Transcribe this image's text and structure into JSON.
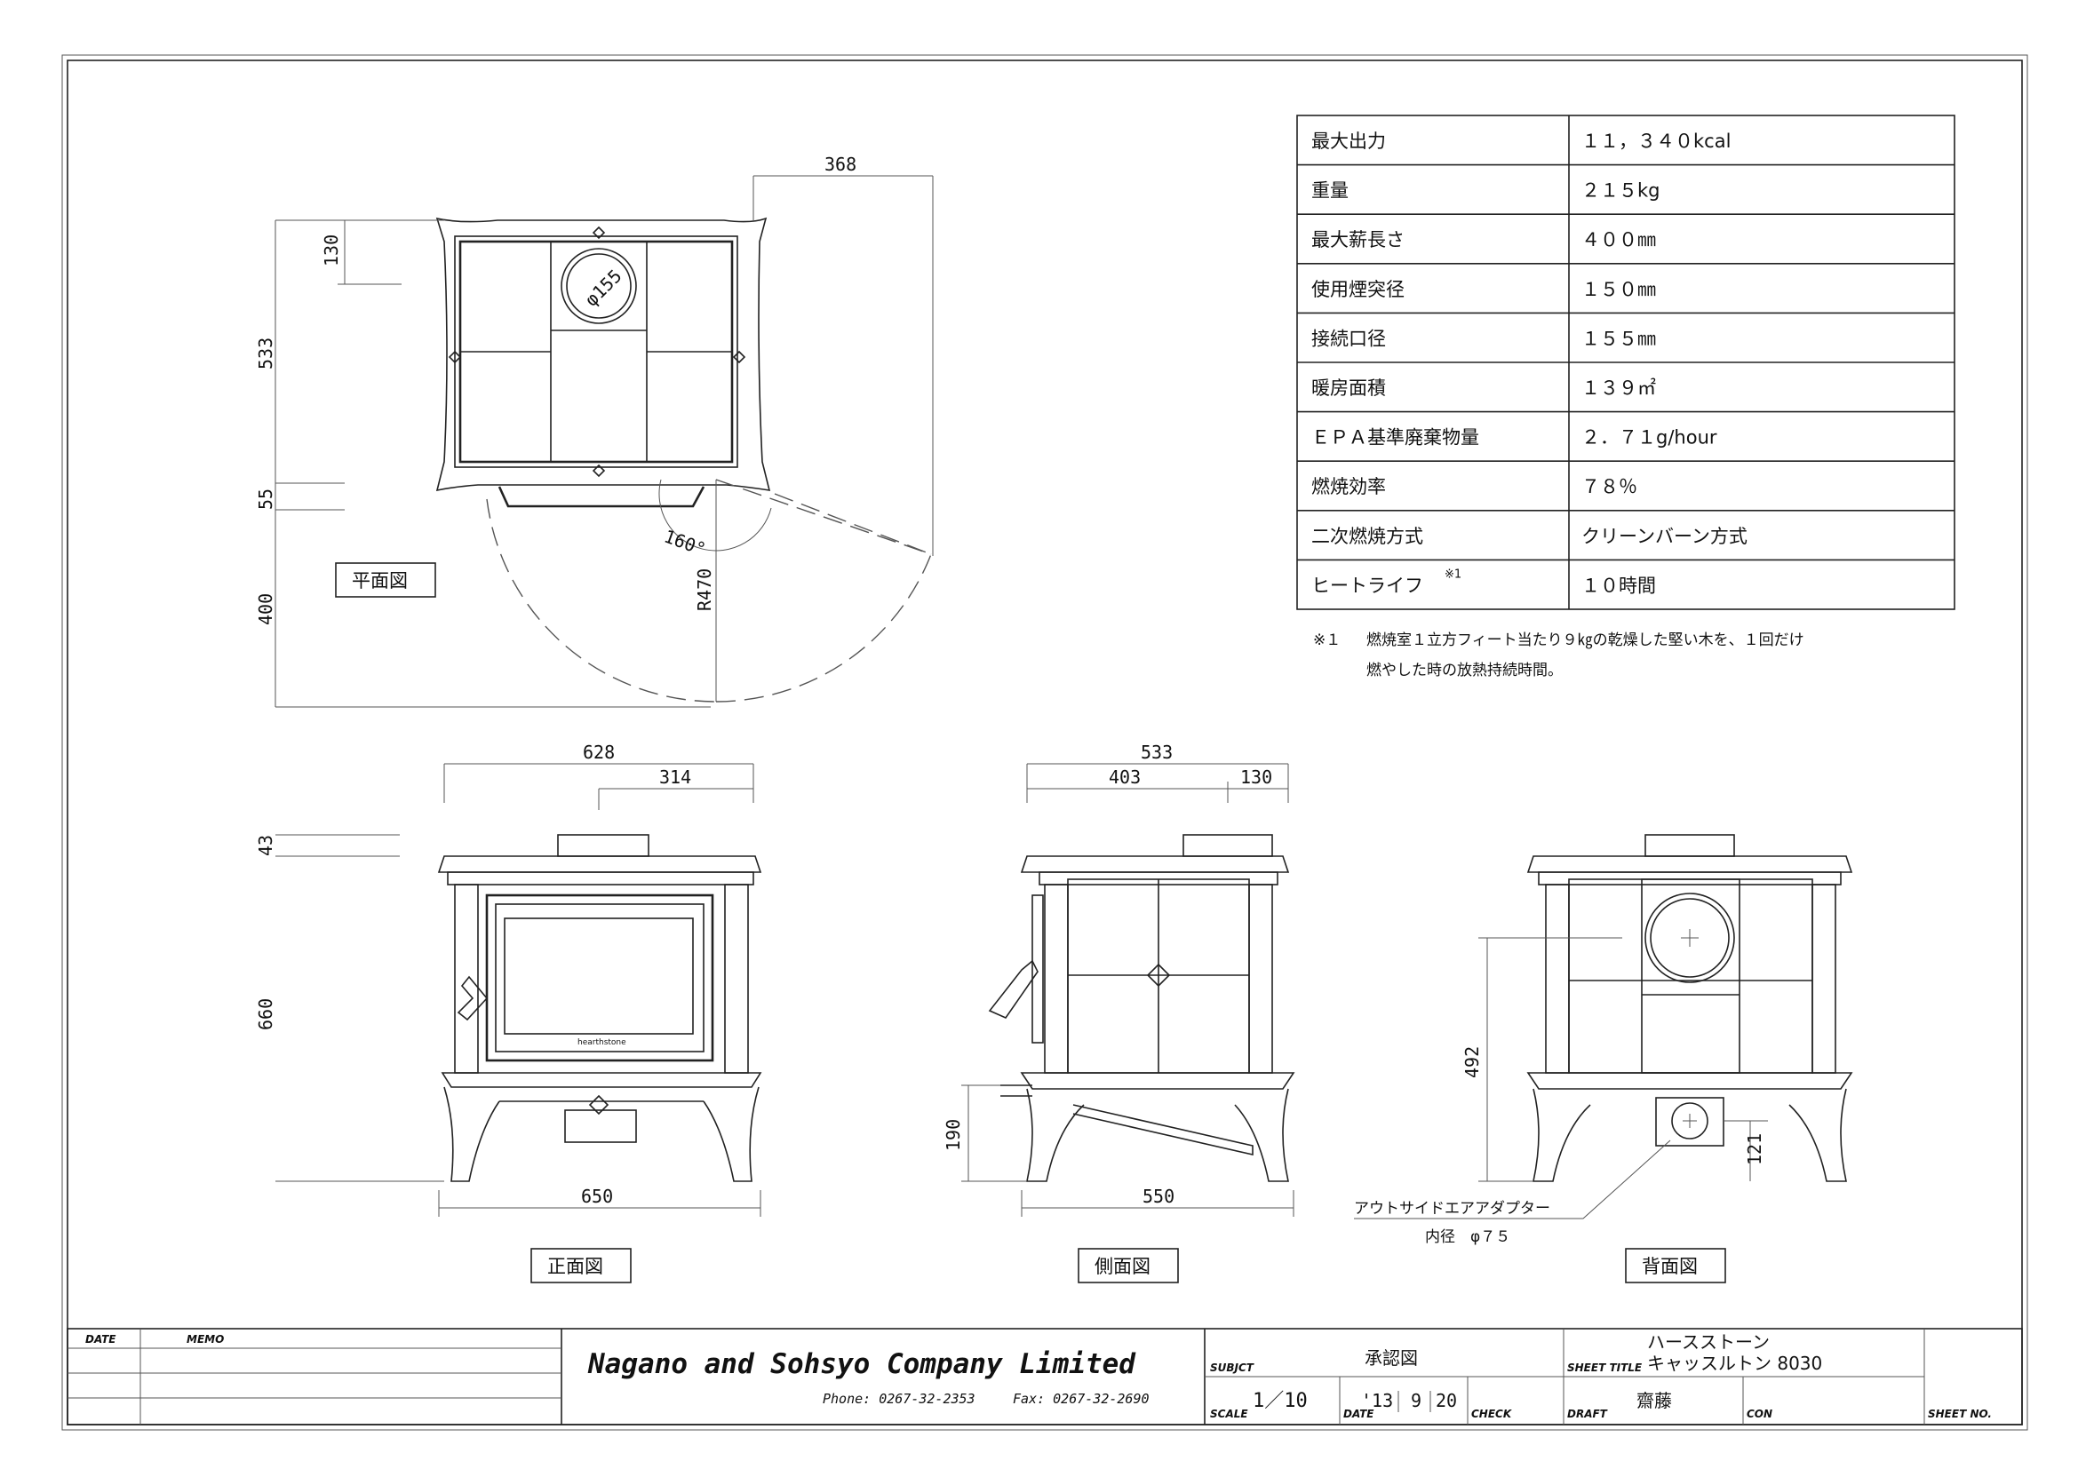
{
  "spec_table": {
    "rows": [
      {
        "label": "最大出力",
        "value": "１１，３４０kcal"
      },
      {
        "label": "重量",
        "value": "２１５kg"
      },
      {
        "label": "最大薪長さ",
        "value": "４００㎜"
      },
      {
        "label": "使用煙突径",
        "value": "１５０㎜"
      },
      {
        "label": "接続口径",
        "value": "１５５㎜"
      },
      {
        "label": "暖房面積",
        "value": "１３９㎡"
      },
      {
        "label": "ＥＰＡ基準廃棄物量",
        "value": "２．７１g/hour"
      },
      {
        "label": "燃焼効率",
        "value": "７８％"
      },
      {
        "label": "二次燃焼方式",
        "value": "クリーンバーン方式"
      },
      {
        "label": "ヒートライフ",
        "value": "１０時間",
        "note_mark": "※1"
      }
    ],
    "footnote_mark": "※１",
    "footnote_line1": "燃焼室１立方フィート当たり９㎏の乾燥した堅い木を、１回だけ",
    "footnote_line2": "燃やした時の放熱持続時間。"
  },
  "plan_view": {
    "label": "平面図",
    "dim_width": "368",
    "dim_130": "130",
    "dim_533": "533",
    "dim_55": "55",
    "dim_400": "400",
    "dim_diameter": "φ155",
    "dim_angle": "160°",
    "dim_radius": "R470"
  },
  "front_view": {
    "label": "正面図",
    "dim_628": "628",
    "dim_314": "314",
    "dim_43": "43",
    "dim_660": "660",
    "dim_650": "650",
    "logo_text": "hearthstone"
  },
  "side_view": {
    "label": "側面図",
    "dim_533": "533",
    "dim_403": "403",
    "dim_130": "130",
    "dim_190": "190",
    "dim_550": "550"
  },
  "back_view": {
    "label": "背面図",
    "dim_492": "492",
    "dim_121": "121",
    "adapter_label": "アウトサイドエアアダプター",
    "adapter_inner": "内径　φ７５"
  },
  "title_block": {
    "date_header": "DATE",
    "memo_header": "MEMO",
    "company": "Nagano and Sohsyo Company Limited",
    "phone": "Phone: 0267-32-2353",
    "fax": "Fax: 0267-32-2690",
    "subject_label": "SUBJCT",
    "subject": "承認図",
    "sheet_title_label": "SHEET TITLE",
    "sheet_title_line1": "ハースストーン",
    "sheet_title_line2": "キャッスルトン 8030",
    "scale_label": "SCALE",
    "scale": "1／10",
    "date_label": "DATE",
    "date_year": "'13",
    "date_month": "9",
    "date_day": "20",
    "check_label": "CHECK",
    "draft_label": "DRAFT",
    "draft": "齋藤",
    "con_label": "CON",
    "sheet_no_label": "SHEET NO."
  }
}
